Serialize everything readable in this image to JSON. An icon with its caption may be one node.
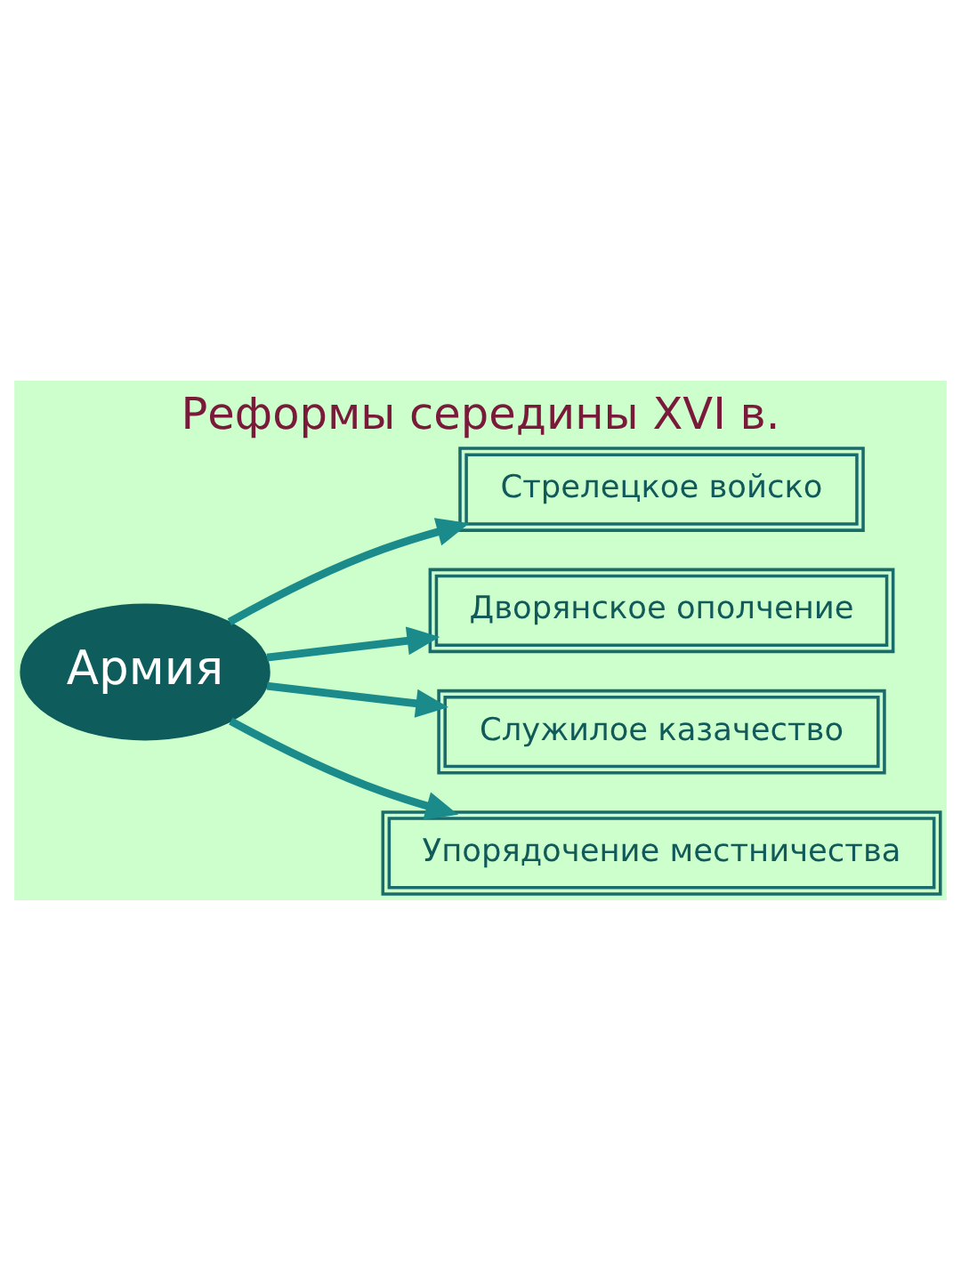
{
  "diagram": {
    "title": "Реформы середины XVI в.",
    "nodes": [
      {
        "text": [
          "Армия"
        ]
      },
      {
        "text": [
          "Стрелецкое войско"
        ]
      },
      {
        "text": [
          "Дворянское ополчение"
        ]
      },
      {
        "text": [
          "Служилое казачество"
        ]
      },
      {
        "text": [
          "Упорядочение местничества"
        ]
      }
    ],
    "edges": [
      {
        "from": 0,
        "to": 1,
        "arrow": "to"
      },
      {
        "from": 0,
        "to": 2,
        "arrow": "to"
      },
      {
        "from": 0,
        "to": 3,
        "arrow": "to"
      },
      {
        "from": 0,
        "to": 4,
        "arrow": "to"
      }
    ]
  }
}
